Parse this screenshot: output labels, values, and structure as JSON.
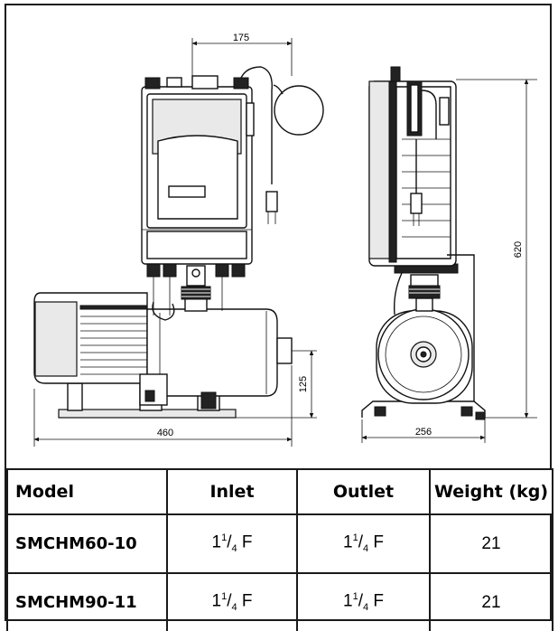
{
  "drawing": {
    "dimensions": {
      "width_top": "175",
      "height_right": "620",
      "pump_height": "125",
      "overall_length": "460",
      "base_width": "256"
    }
  },
  "table": {
    "headers": {
      "model": "Model",
      "inlet": "Inlet",
      "outlet": "Outlet",
      "weight": "Weight (kg)"
    },
    "rows": [
      {
        "model": "SMCHM60-10",
        "inlet_whole": "1",
        "inlet_num": "1",
        "inlet_den": "4",
        "inlet_suffix": " F",
        "outlet_whole": "1",
        "outlet_num": "1",
        "outlet_den": "4",
        "outlet_suffix": " F",
        "weight": "21"
      },
      {
        "model": "SMCHM90-11",
        "inlet_whole": "1",
        "inlet_num": "1",
        "inlet_den": "4",
        "inlet_suffix": " F",
        "outlet_whole": "1",
        "outlet_num": "1",
        "outlet_den": "4",
        "outlet_suffix": " F",
        "weight": "21"
      }
    ]
  }
}
